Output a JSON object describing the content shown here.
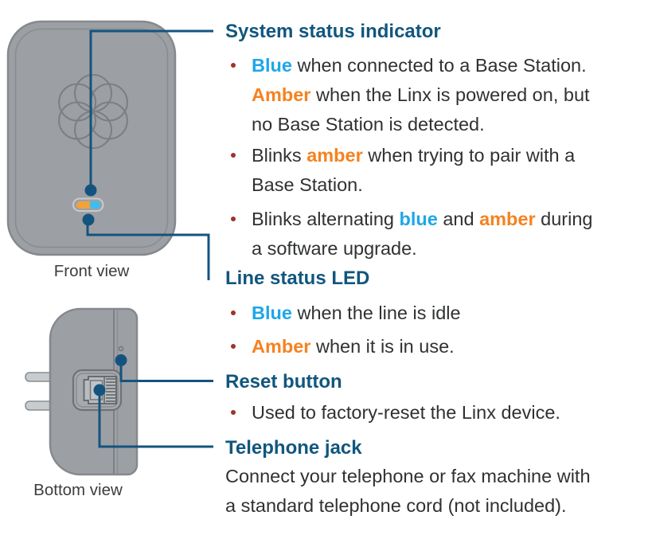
{
  "colors": {
    "heading": "#11567e",
    "body": "#2f3133",
    "blue": "#1ea7e8",
    "amber": "#f58220",
    "bullet": "#9e3329",
    "callout": "#15537f",
    "device_fill": "#9ca0a4",
    "device_stroke": "#85898d",
    "device_detail": "#7b7f83",
    "plate_fill": "#a6aaad",
    "prong_fill": "#c9ccce",
    "led_amber": "#f2a23b",
    "led_blue": "#3dbdf1",
    "label": "#3b3d3f",
    "page_bg": "#ffffff"
  },
  "diagram": {
    "front_label": "Front view",
    "bottom_label": "Bottom view",
    "icons": [
      "ooma-flower-logo",
      "status-led-pill",
      "power-prongs",
      "rj11-telephone-jack",
      "reset-hole"
    ]
  },
  "sections": [
    {
      "heading": "System status indicator",
      "bullets": [
        [
          {
            "text": "Blue",
            "style": "blue"
          },
          {
            "text": " when connected to a Base Station.\n"
          },
          {
            "text": "Amber",
            "style": "amber"
          },
          {
            "text": " when the Linx is powered on, but\nno Base Station is detected."
          }
        ],
        [
          {
            "text": "Blinks "
          },
          {
            "text": "amber",
            "style": "amber"
          },
          {
            "text": " when trying to pair with a\nBase Station."
          }
        ],
        [
          {
            "text": "Blinks alternating "
          },
          {
            "text": "blue",
            "style": "blue"
          },
          {
            "text": " and "
          },
          {
            "text": "amber",
            "style": "amber"
          },
          {
            "text": " during\na software upgrade."
          }
        ]
      ]
    },
    {
      "heading": "Line status LED",
      "bullets": [
        [
          {
            "text": "Blue",
            "style": "blue"
          },
          {
            "text": " when the line is idle"
          }
        ],
        [
          {
            "text": "Amber",
            "style": "amber"
          },
          {
            "text": " when it is in use."
          }
        ]
      ]
    },
    {
      "heading": "Reset button",
      "bullets": [
        [
          {
            "text": "Used to factory-reset the Linx device."
          }
        ]
      ]
    },
    {
      "heading": "Telephone jack",
      "paragraph": [
        {
          "text": "Connect your telephone or fax machine with\na standard telephone cord (not included)."
        }
      ]
    }
  ]
}
